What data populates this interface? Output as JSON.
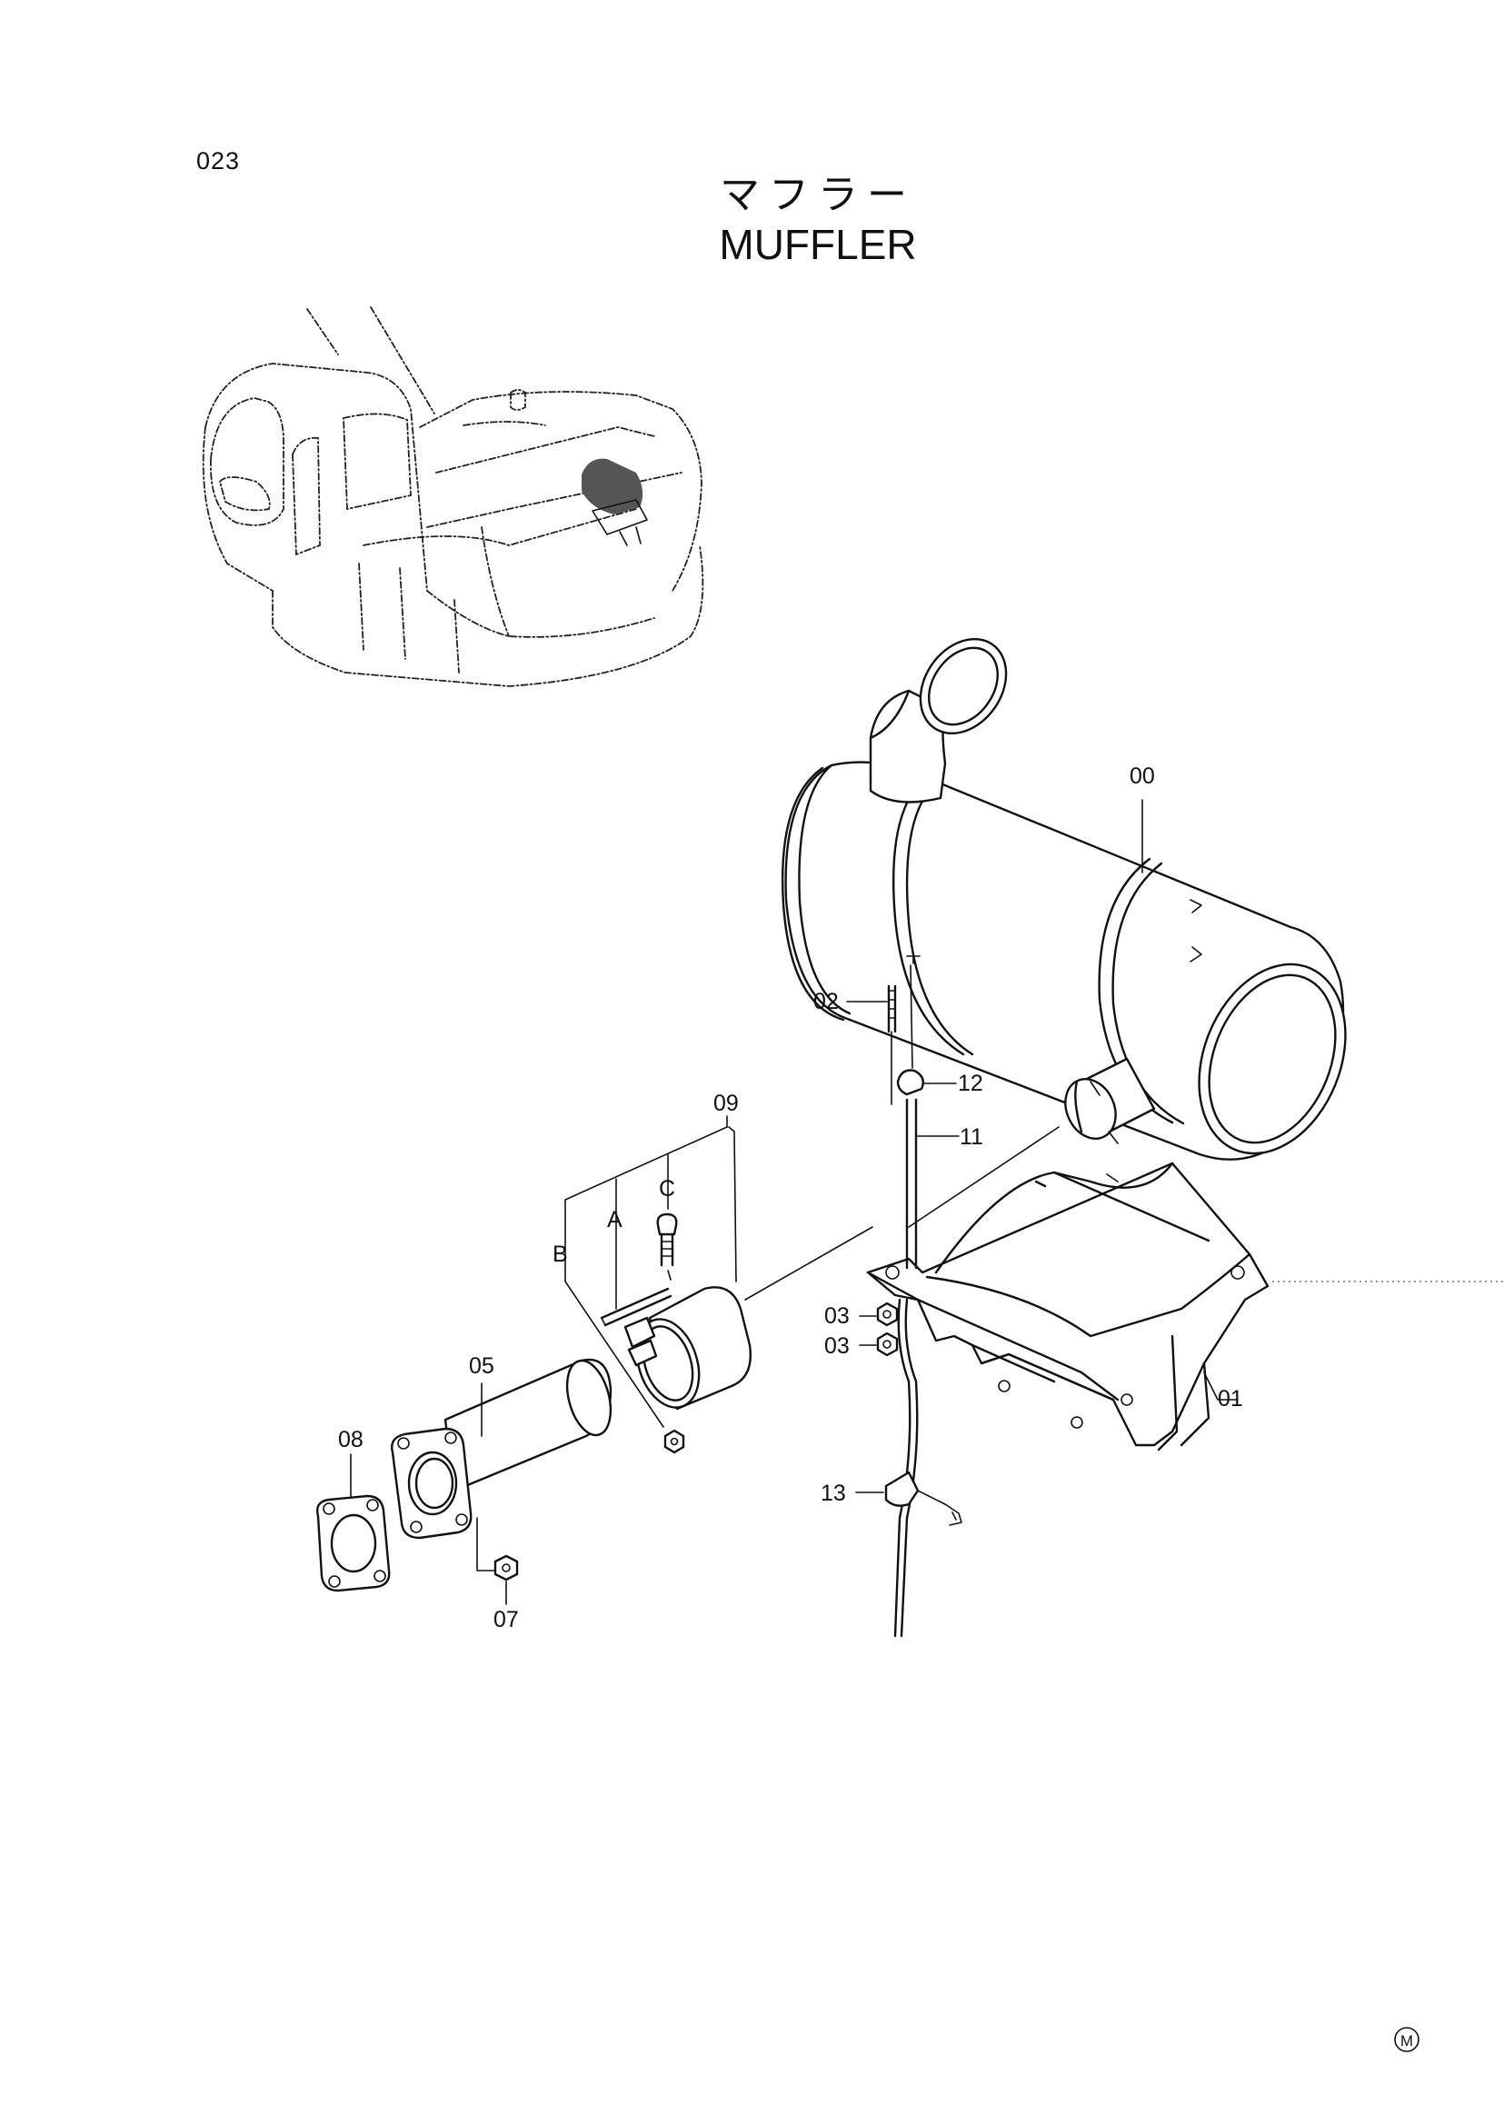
{
  "page": {
    "number": "023",
    "title_jp": "マフラー",
    "title_en": "MUFFLER",
    "corner_mark": "M"
  },
  "parts": {
    "p00": "00",
    "p01": "01",
    "p02": "02",
    "p03a": "03",
    "p03b": "03",
    "p05": "05",
    "p07": "07",
    "p08": "08",
    "p09": "09",
    "p11": "11",
    "p12": "12",
    "p13": "13",
    "pA": "A",
    "pB": "B",
    "pC": "C"
  }
}
